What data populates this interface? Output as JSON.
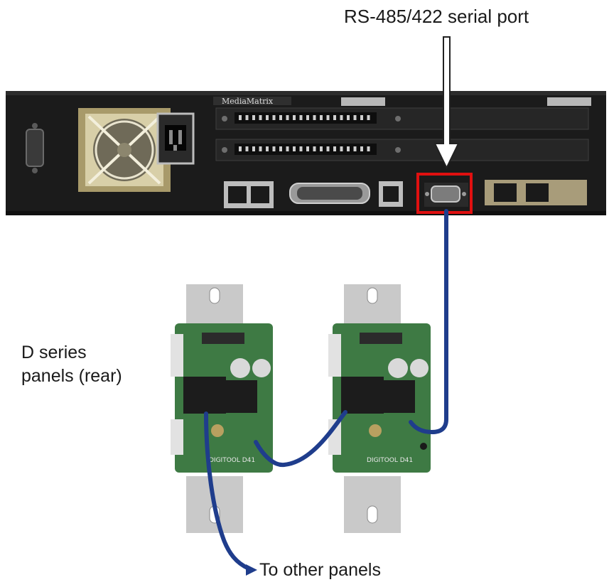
{
  "labels": {
    "serial_port": "RS-485/422 serial port",
    "panels_line1": "D series",
    "panels_line2": "panels (rear)",
    "to_other": "To other panels"
  },
  "device": {
    "brand": "MediaMatrix",
    "panel_model": "DIGITOOL D41"
  },
  "colors": {
    "cable": "#1f3d8c",
    "highlight": "#e01010",
    "chassis": "#1b1b1b",
    "pcb": "#3e7a44",
    "plate": "#c9c9c9"
  }
}
